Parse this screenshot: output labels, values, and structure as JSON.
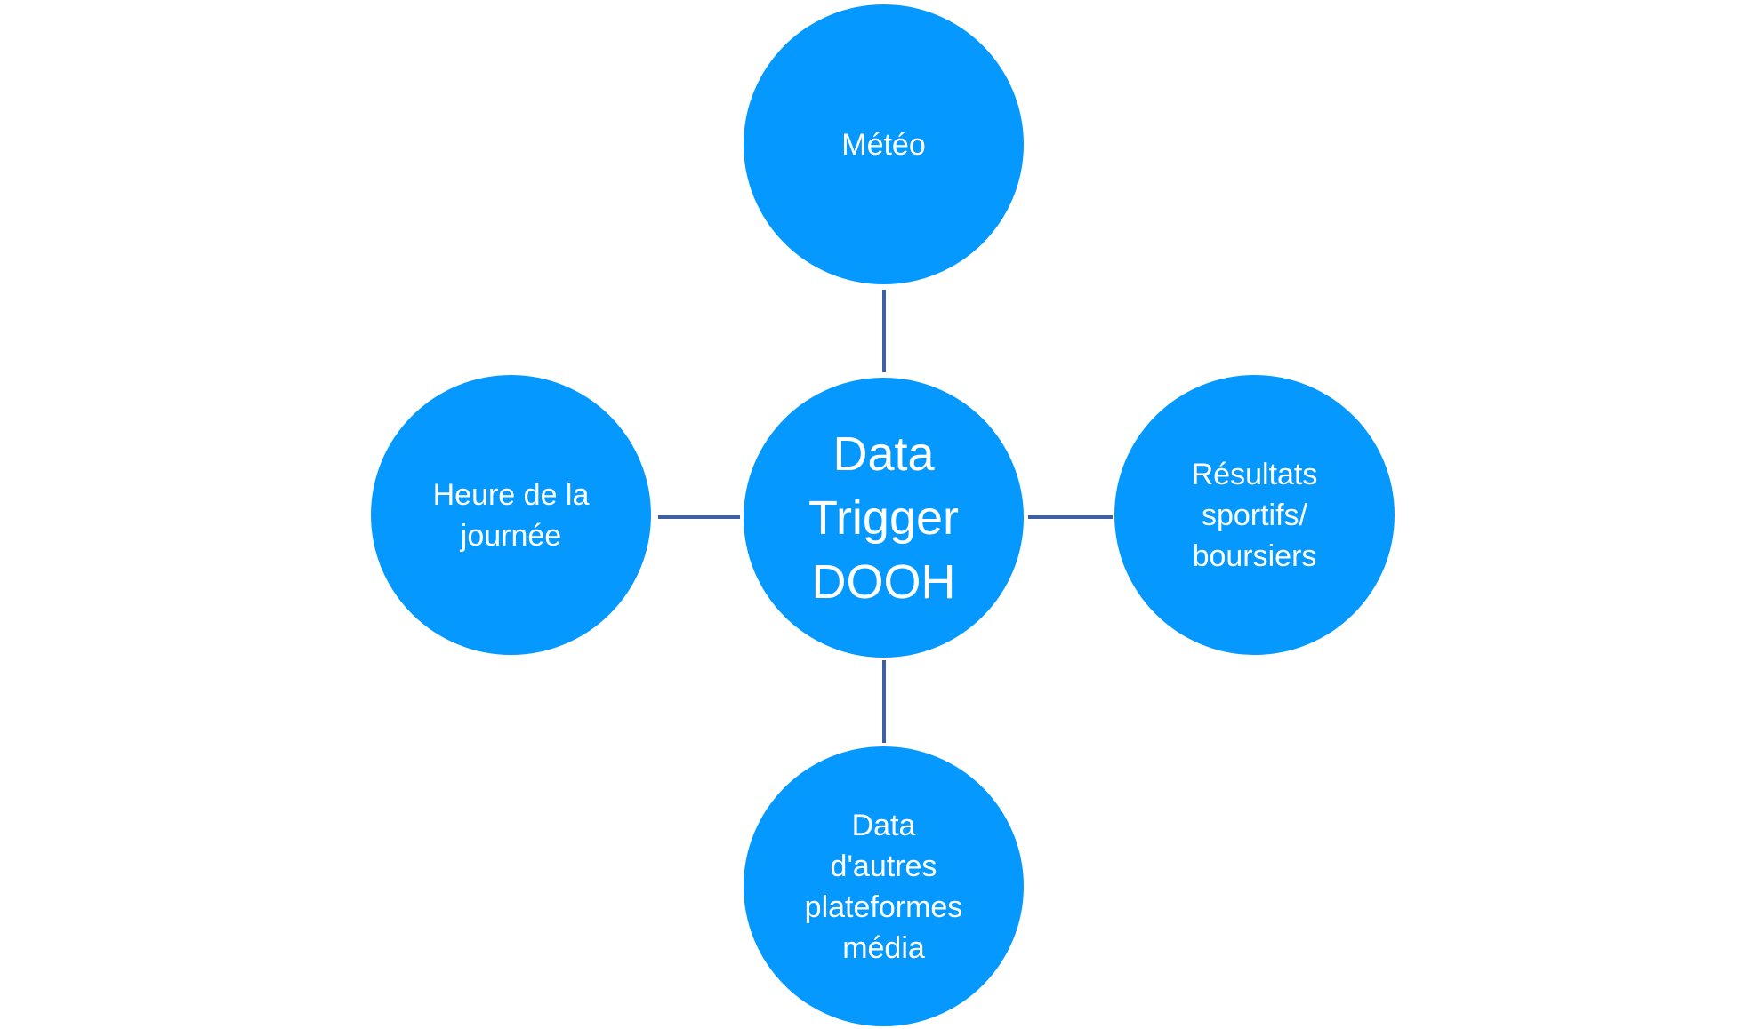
{
  "diagram": {
    "center": {
      "label": "Data\nTrigger\nDOOH"
    },
    "nodes": {
      "top": {
        "label": "Météo"
      },
      "left": {
        "label": "Heure de la\njournée"
      },
      "right": {
        "label": "Résultats\nsportifs/\nboursiers"
      },
      "bottom": {
        "label": "Data\nd'autres\nplateformes\nmédia"
      }
    }
  },
  "colors": {
    "node_fill": "#0599FF",
    "connector": "#3F5FA4",
    "text": "#FFFFFF",
    "background": "#FFFFFF"
  }
}
